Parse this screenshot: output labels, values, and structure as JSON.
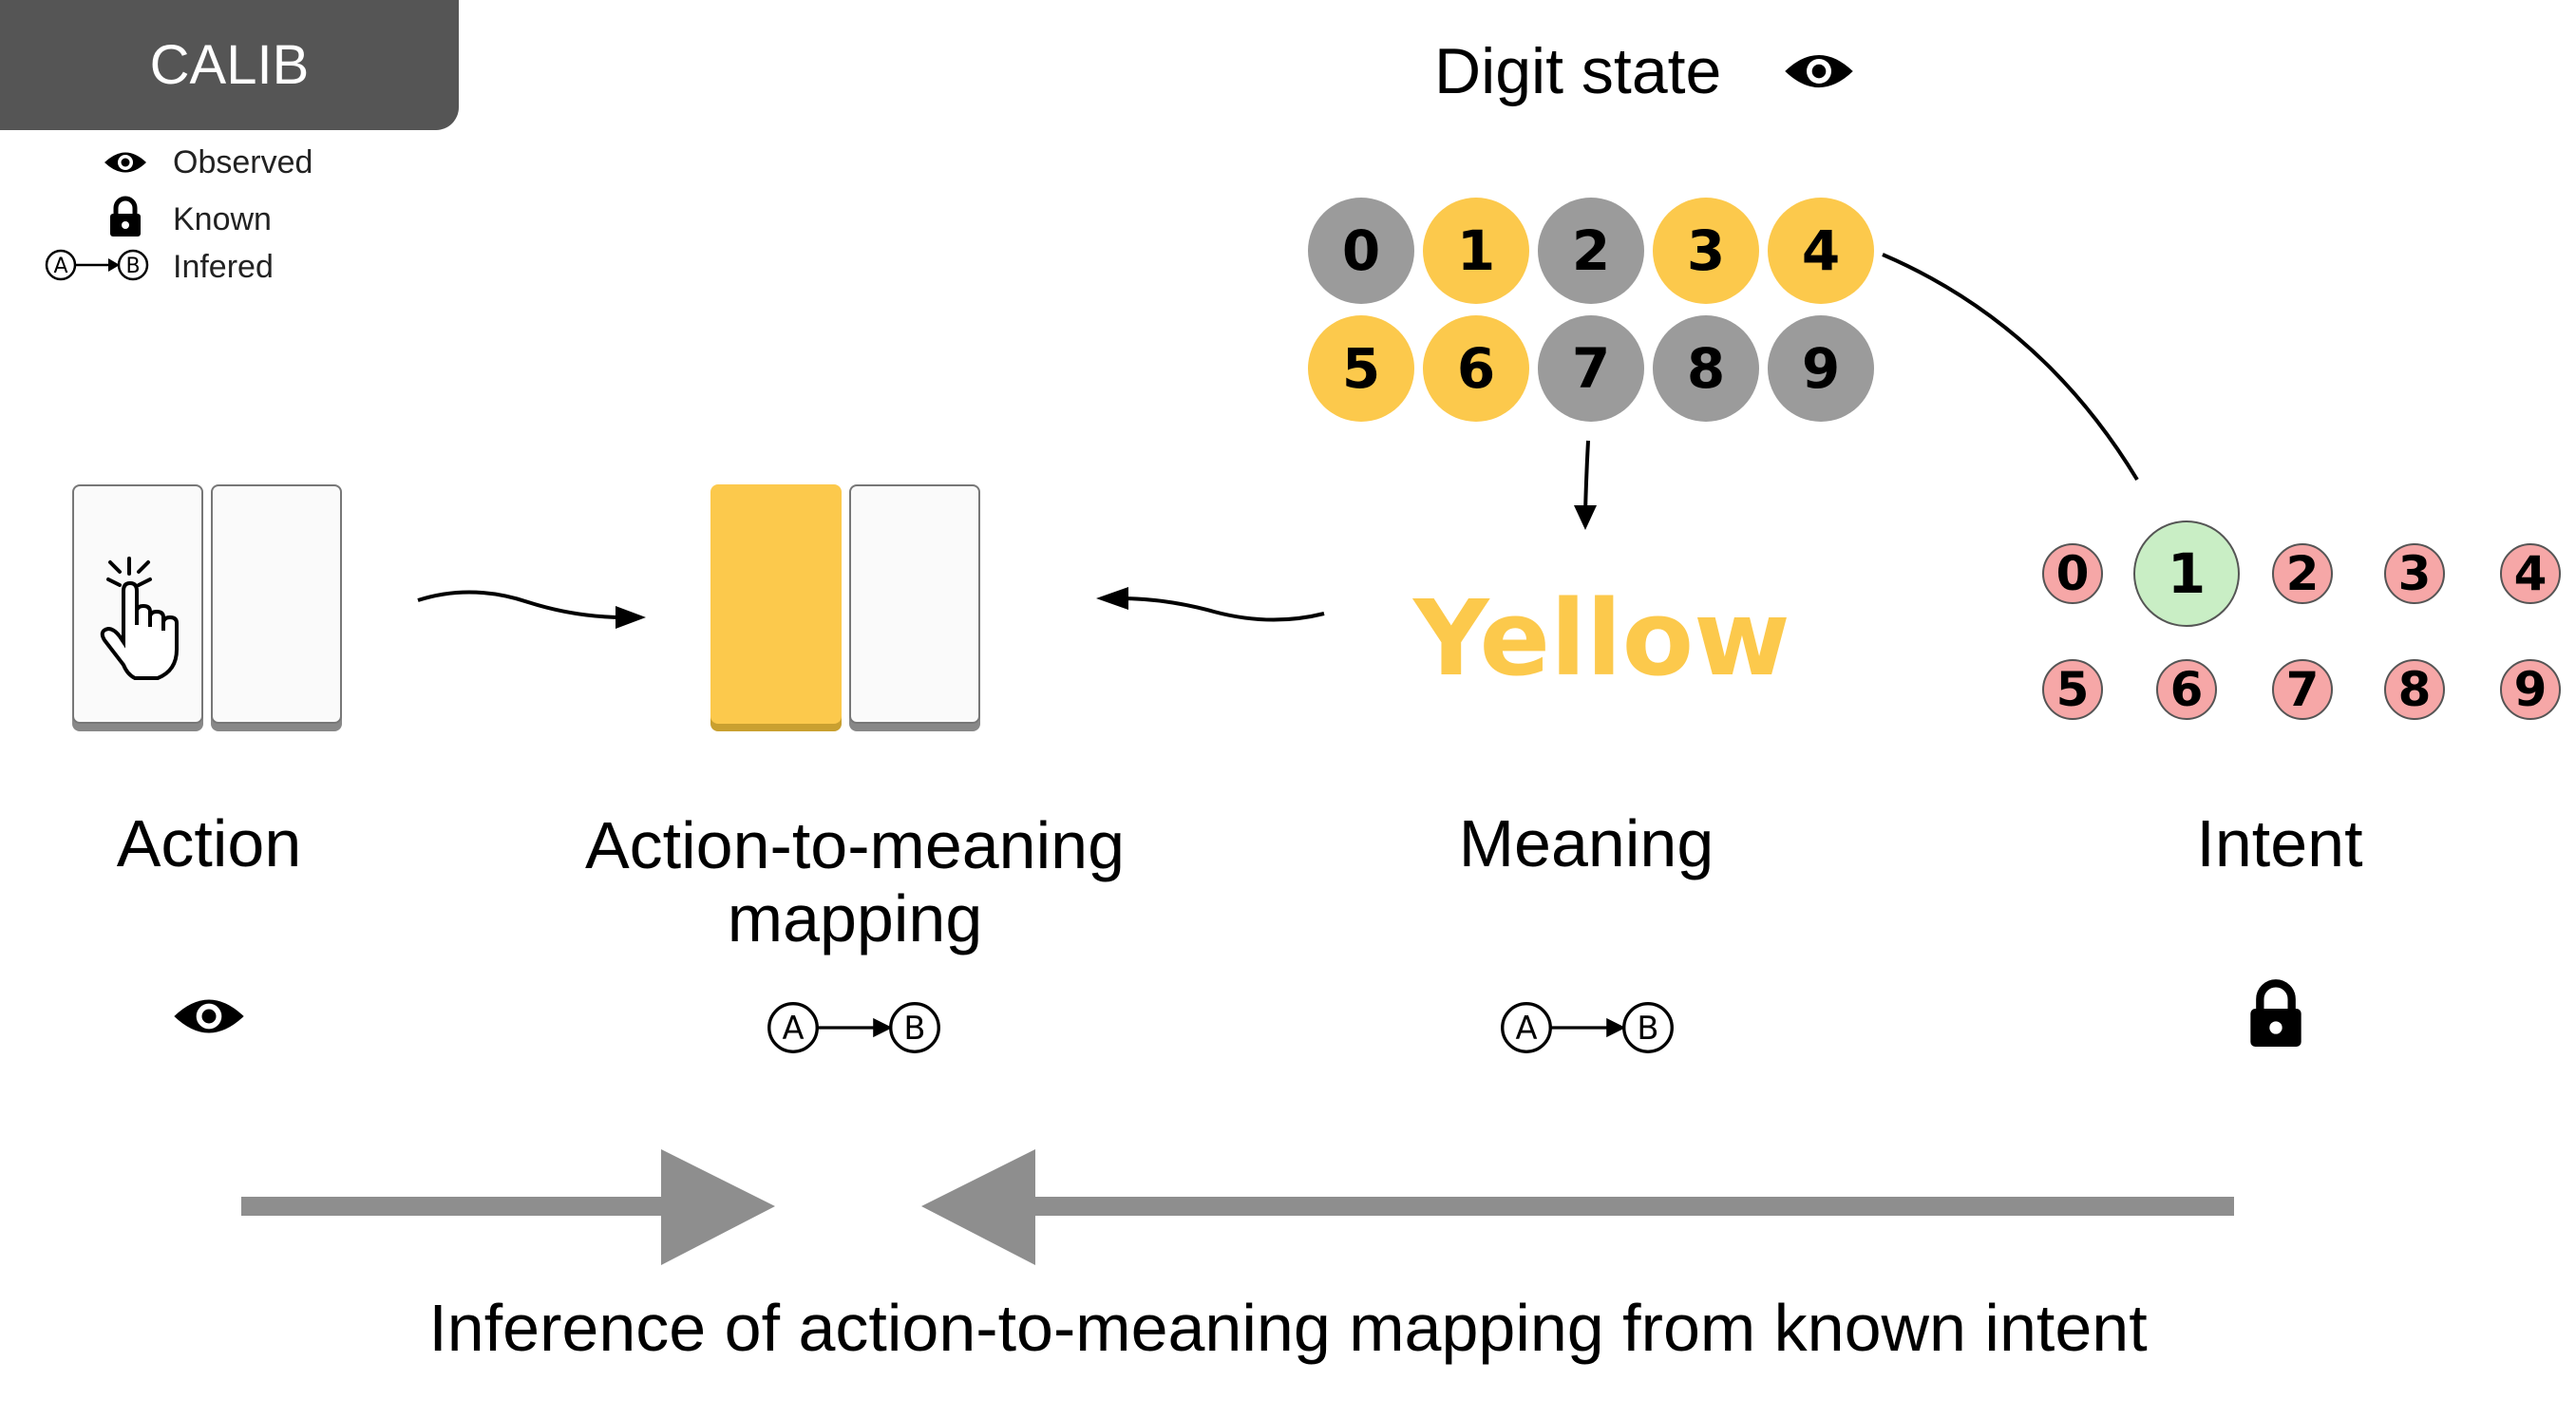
{
  "tag": "CALIB",
  "legend": {
    "observed": "Observed",
    "known": "Known",
    "inferred": "Infered",
    "node_a": "A",
    "node_b": "B"
  },
  "digit_state": {
    "title": "Digit state",
    "digits": [
      {
        "label": "0",
        "color": "#9b9b9b"
      },
      {
        "label": "1",
        "color": "#fcc94c"
      },
      {
        "label": "2",
        "color": "#9b9b9b"
      },
      {
        "label": "3",
        "color": "#fcc94c"
      },
      {
        "label": "4",
        "color": "#fcc94c"
      },
      {
        "label": "5",
        "color": "#fcc94c"
      },
      {
        "label": "6",
        "color": "#fcc94c"
      },
      {
        "label": "7",
        "color": "#9b9b9b"
      },
      {
        "label": "8",
        "color": "#9b9b9b"
      },
      {
        "label": "9",
        "color": "#9b9b9b"
      }
    ]
  },
  "meaning_word": "Yellow",
  "intent_digits": [
    {
      "label": "0",
      "selected": false
    },
    {
      "label": "1",
      "selected": true
    },
    {
      "label": "2",
      "selected": false
    },
    {
      "label": "3",
      "selected": false
    },
    {
      "label": "4",
      "selected": false
    },
    {
      "label": "5",
      "selected": false
    },
    {
      "label": "6",
      "selected": false
    },
    {
      "label": "7",
      "selected": false
    },
    {
      "label": "8",
      "selected": false
    },
    {
      "label": "9",
      "selected": false
    }
  ],
  "labels": {
    "action": "Action",
    "mapping_line1": "Action-to-meaning",
    "mapping_line2": "mapping",
    "meaning": "Meaning",
    "intent": "Intent"
  },
  "caption": "Inference of action-to-meaning mapping from known intent",
  "colors": {
    "yellow": "#fcc94c",
    "grey": "#9b9b9b",
    "red": "#f6a7a7",
    "green": "#c9eec5",
    "arrow_grey": "#8e8e8e"
  }
}
